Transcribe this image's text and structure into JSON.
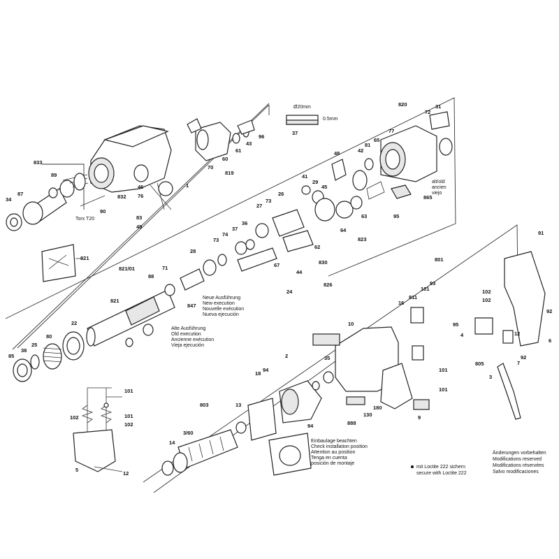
{
  "diagram": {
    "callouts": [
      {
        "text": "833"
      },
      {
        "text": "89"
      },
      {
        "text": "87"
      },
      {
        "text": "34"
      },
      {
        "text": "90"
      },
      {
        "text": "Torx T20"
      },
      {
        "text": "70"
      },
      {
        "text": "60"
      },
      {
        "text": "61"
      },
      {
        "text": "43"
      },
      {
        "text": "96"
      },
      {
        "text": "819"
      },
      {
        "text": "46"
      },
      {
        "text": "76"
      },
      {
        "text": "1"
      },
      {
        "text": "832"
      },
      {
        "text": "83"
      },
      {
        "text": "49"
      },
      {
        "text": "Ø20mm"
      },
      {
        "text": "0.5mm"
      },
      {
        "text": "37"
      },
      {
        "text": "48"
      },
      {
        "text": "41"
      },
      {
        "text": "29"
      },
      {
        "text": "45"
      },
      {
        "text": "26"
      },
      {
        "text": "27"
      },
      {
        "text": "73"
      },
      {
        "text": "820"
      },
      {
        "text": "72"
      },
      {
        "text": "31"
      },
      {
        "text": "42"
      },
      {
        "text": "81"
      },
      {
        "text": "65"
      },
      {
        "text": "77"
      },
      {
        "text": "865"
      },
      {
        "text": "95"
      },
      {
        "text": "63"
      },
      {
        "text": "64"
      },
      {
        "text": "62"
      },
      {
        "text": "830"
      },
      {
        "text": "823"
      },
      {
        "text": "821"
      },
      {
        "text": "821/01"
      },
      {
        "text": "28"
      },
      {
        "text": "73"
      },
      {
        "text": "74"
      },
      {
        "text": "37"
      },
      {
        "text": "36"
      },
      {
        "text": "71"
      },
      {
        "text": "88"
      },
      {
        "text": "847"
      },
      {
        "text": "67"
      },
      {
        "text": "44"
      },
      {
        "text": "826"
      },
      {
        "text": "24"
      },
      {
        "text": "801"
      },
      {
        "text": "91"
      },
      {
        "text": "85"
      },
      {
        "text": "38"
      },
      {
        "text": "25"
      },
      {
        "text": "80"
      },
      {
        "text": "22"
      },
      {
        "text": "821"
      },
      {
        "text": "10"
      },
      {
        "text": "16"
      },
      {
        "text": "811"
      },
      {
        "text": "101"
      },
      {
        "text": "93"
      },
      {
        "text": "102"
      },
      {
        "text": "102"
      },
      {
        "text": "95"
      },
      {
        "text": "4"
      },
      {
        "text": "12"
      },
      {
        "text": "92"
      },
      {
        "text": "6"
      },
      {
        "text": "92"
      },
      {
        "text": "805"
      },
      {
        "text": "7"
      },
      {
        "text": "3"
      },
      {
        "text": "2"
      },
      {
        "text": "35"
      },
      {
        "text": "101"
      },
      {
        "text": "101"
      },
      {
        "text": "9"
      },
      {
        "text": "888"
      },
      {
        "text": "130"
      },
      {
        "text": "180"
      },
      {
        "text": "18"
      },
      {
        "text": "94"
      },
      {
        "text": "803"
      },
      {
        "text": "13"
      },
      {
        "text": "3/60"
      },
      {
        "text": "14"
      },
      {
        "text": "94"
      },
      {
        "text": "101"
      },
      {
        "text": "102"
      },
      {
        "text": "101"
      },
      {
        "text": "102"
      },
      {
        "text": "5"
      },
      {
        "text": "12"
      }
    ],
    "notes": {
      "new_execution": [
        "Neue Ausführung",
        "New execution",
        "Nouvelle exécution",
        "Nueva ejecución"
      ],
      "old_execution": [
        "Alte Ausführung",
        "Old execution",
        "Ancienne exécution",
        "Vieja ejecución"
      ],
      "installation": [
        "Einbaulage beachten",
        "Check installation position",
        "Attention au position",
        "Tenga en cuenta",
        "posición de montaje"
      ],
      "loctite": [
        "mit Loctite 222 sichern",
        "secure with Loctite 222"
      ],
      "modifications": [
        "Änderungen vorbehalten",
        "Modifications reserved",
        "Modifications réservées",
        "Salvo modificaciones"
      ],
      "grease": [
        "alt/old",
        "ancien",
        "viejo"
      ]
    }
  }
}
